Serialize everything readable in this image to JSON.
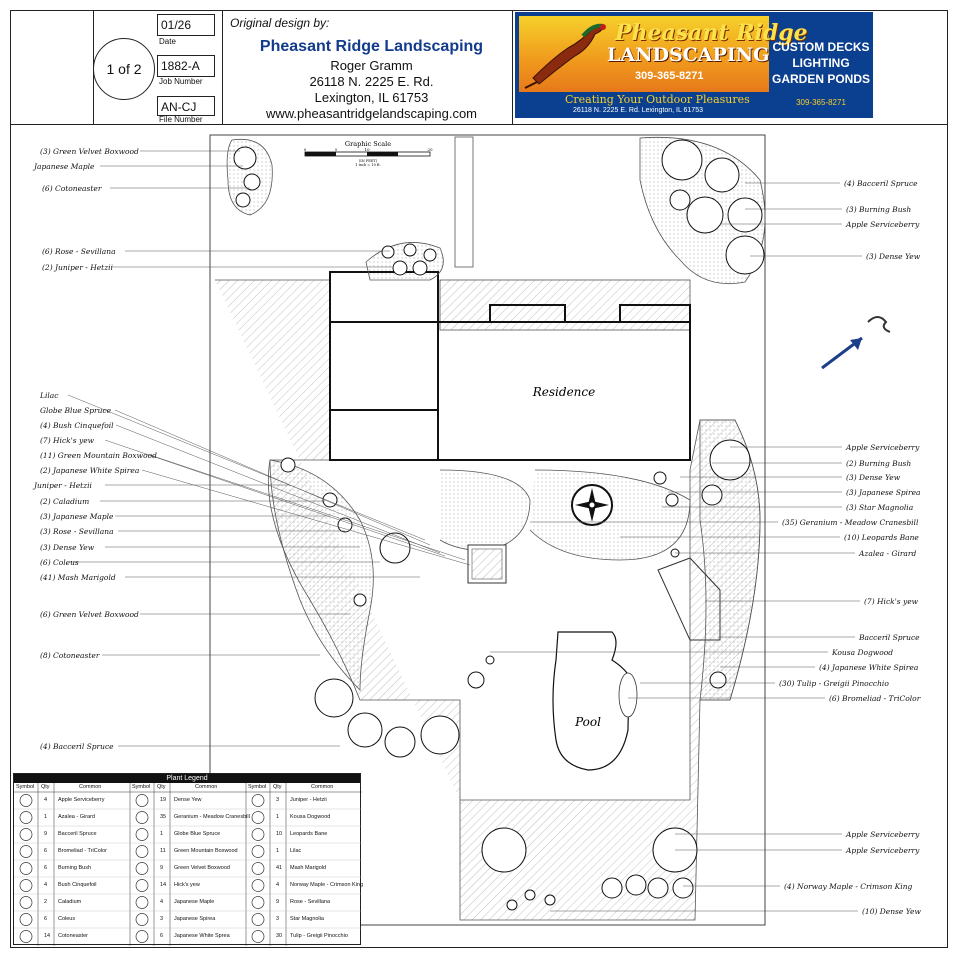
{
  "title_block": {
    "page": "1 of 2",
    "date": "01/26",
    "date_label": "Date",
    "job_number": "1882-A",
    "job_number_label": "Job Number",
    "file_number": "AN-CJ",
    "file_number_label": "File Number",
    "design_by": "Original design by:",
    "company": "Pheasant Ridge Landscaping",
    "client": "Roger Gramm",
    "address1": "26118 N. 2225 E. Rd.",
    "address2": "Lexington, IL  61753",
    "website": "www.pheasantridgelandscaping.com"
  },
  "logo": {
    "name": "Pheasant Ridge",
    "sub": "LANDSCAPING",
    "phone": "309-365-8271",
    "tagline": "Creating Your Outdoor Pleasures",
    "tag_address": "26118 N. 2225 E. Rd.  Lexington, IL  61753",
    "services": [
      "CUSTOM DECKS",
      "LIGHTING",
      "GARDEN PONDS"
    ],
    "side_phone": "309-365-8271",
    "colors": {
      "blue": "#0b3f8f",
      "gold": "#f6d02b",
      "orange": "#f09a1c"
    }
  },
  "plan": {
    "residence": "Residence",
    "pool": "Pool",
    "scale_title": "Graphic Scale",
    "scale_ticks": [
      "0",
      "5",
      "10",
      "20"
    ],
    "scale_units": "(IN FEET)",
    "scale_ratio": "1 inch = 10 ft.",
    "north_arrow_icon": "north-arrow-icon",
    "compass_icon": "compass-rose-icon"
  },
  "left_labels": [
    "(3) Green Velvet Boxwood",
    "Japanese Maple",
    "(6) Cotoneaster",
    "(6) Rose - Sevillana",
    "(2) Juniper - Hetzii",
    "Lilac",
    "Globe Blue Spruce",
    "(4) Bush Cinquefoil",
    "(7) Hick's yew",
    "(11) Green Mountain Boxwood",
    "(2) Japanese White Spirea",
    "Juniper - Hetzii",
    "(2) Caladium",
    "(3) Japanese Maple",
    "(3) Rose - Sevillana",
    "(3) Dense Yew",
    "(6) Coleus",
    "(41) Mash Marigold",
    "(6) Green Velvet Boxwood",
    "(8) Cotoneaster",
    "(4) Bacceril Spruce"
  ],
  "right_labels": [
    "(4) Bacceril Spruce",
    "(3) Burning Bush",
    "Apple Serviceberry",
    "(3) Dense Yew",
    "Apple Serviceberry",
    "(2) Burning Bush",
    "(3) Dense Yew",
    "(3) Japanese Spirea",
    "(3) Star Magnolia",
    "(35) Geranium - Meadow Cranesbill",
    "(10) Leopards Bane",
    "Azalea - Girard",
    "(7) Hick's yew",
    "Bacceril Spruce",
    "Kousa Dogwood",
    "(4) Japanese White Spirea",
    "(30) Tulip - Greigii Pinocchio",
    "(6) Bromeliad - TriColor",
    "Apple Serviceberry",
    "Apple Serviceberry",
    "(4) Norway Maple - Crimson King",
    "(10) Dense Yew"
  ],
  "legend": {
    "title": "Plant Legend",
    "headers": [
      "Symbol",
      "Qty",
      "Common"
    ],
    "columns": [
      [
        {
          "qty": "4",
          "common": "Apple Serviceberry"
        },
        {
          "qty": "1",
          "common": "Azalea - Girard"
        },
        {
          "qty": "9",
          "common": "Bacceril Spruce"
        },
        {
          "qty": "6",
          "common": "Bromeliad - TriColor"
        },
        {
          "qty": "6",
          "common": "Burning Bush"
        },
        {
          "qty": "4",
          "common": "Bush Cinquefoil"
        },
        {
          "qty": "2",
          "common": "Caladium"
        },
        {
          "qty": "6",
          "common": "Coleus"
        },
        {
          "qty": "14",
          "common": "Cotoneaster"
        }
      ],
      [
        {
          "qty": "19",
          "common": "Dense Yew"
        },
        {
          "qty": "35",
          "common": "Geranium - Meadow Cranesbill"
        },
        {
          "qty": "1",
          "common": "Globe Blue Spruce"
        },
        {
          "qty": "11",
          "common": "Green Mountain Boxwood"
        },
        {
          "qty": "9",
          "common": "Green Velvet Boxwood"
        },
        {
          "qty": "14",
          "common": "Hick's yew"
        },
        {
          "qty": "4",
          "common": "Japanese Maple"
        },
        {
          "qty": "3",
          "common": "Japanese Spirea"
        },
        {
          "qty": "6",
          "common": "Japanese White Sprea"
        }
      ],
      [
        {
          "qty": "3",
          "common": "Juniper - Hetzii"
        },
        {
          "qty": "1",
          "common": "Kousa Dogwood"
        },
        {
          "qty": "10",
          "common": "Leopards Bane"
        },
        {
          "qty": "1",
          "common": "Lilac"
        },
        {
          "qty": "41",
          "common": "Mash Marigold"
        },
        {
          "qty": "4",
          "common": "Norway Maple - Crimson King"
        },
        {
          "qty": "9",
          "common": "Rose - Sevillana"
        },
        {
          "qty": "3",
          "common": "Star Magnolia"
        },
        {
          "qty": "30",
          "common": "Tulip - Greigii Pinocchio"
        }
      ]
    ]
  }
}
